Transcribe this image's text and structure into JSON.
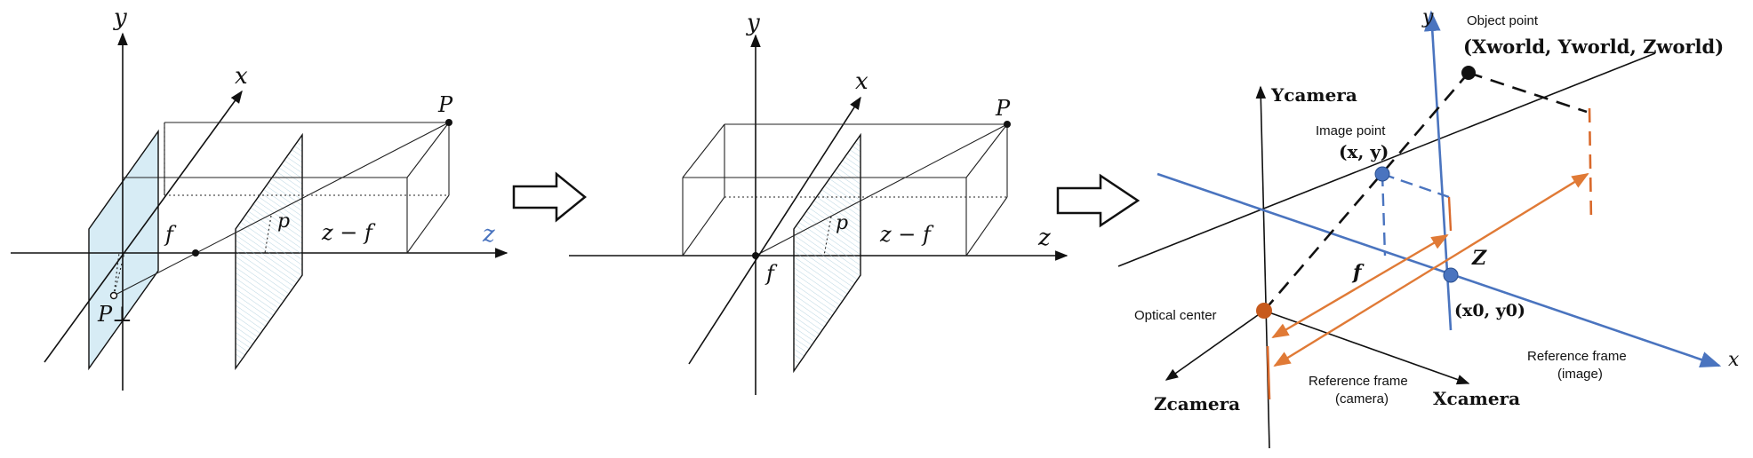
{
  "panel1": {
    "y_axis": "y",
    "x_axis": "x",
    "z_axis": "z",
    "point_P": "P",
    "point_p": "p",
    "focal": "f",
    "distance": "z − f",
    "p_perp": "P⊥"
  },
  "panel2": {
    "y_axis": "y",
    "x_axis": "x",
    "z_axis": "z",
    "point_P": "P",
    "point_p": "p",
    "focal": "f",
    "distance": "z − f"
  },
  "panel3": {
    "object_point_label": "Object point",
    "object_point_coords": "(Xworld, Yworld, Zworld)",
    "image_point_label": "Image point",
    "image_point_coords": "(x, y)",
    "optical_center": "Optical center",
    "principal_point": "(x0, y0)",
    "focal": "f",
    "depth": "Z",
    "ref_camera": [
      "Reference frame",
      "(camera)"
    ],
    "ref_image": [
      "Reference frame",
      "(image)"
    ],
    "y_camera": "Ycamera",
    "x_camera": "Xcamera",
    "z_camera": "Zcamera",
    "y_image_axis": "y",
    "x_image_axis": "x"
  },
  "colors": {
    "blue": "#4a74bf",
    "orange": "#d9692b",
    "plane_fill": "#d7ecf5"
  },
  "icons": [
    "arrow-right-outline-icon",
    "arrow-right-outline-icon"
  ]
}
